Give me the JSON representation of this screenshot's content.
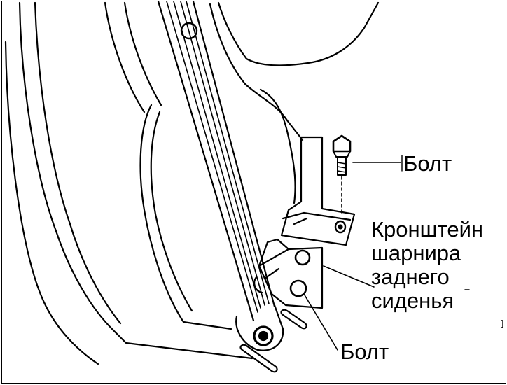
{
  "labels": {
    "bolt_top": "Болт",
    "bracket_line1": "Кронштейн",
    "bracket_line2": "шарнира",
    "bracket_line3": "заднего",
    "bracket_line4": "сиденья",
    "bolt_bottom": "Болт"
  },
  "colors": {
    "ink": "#000000",
    "paper": "#ffffff"
  }
}
